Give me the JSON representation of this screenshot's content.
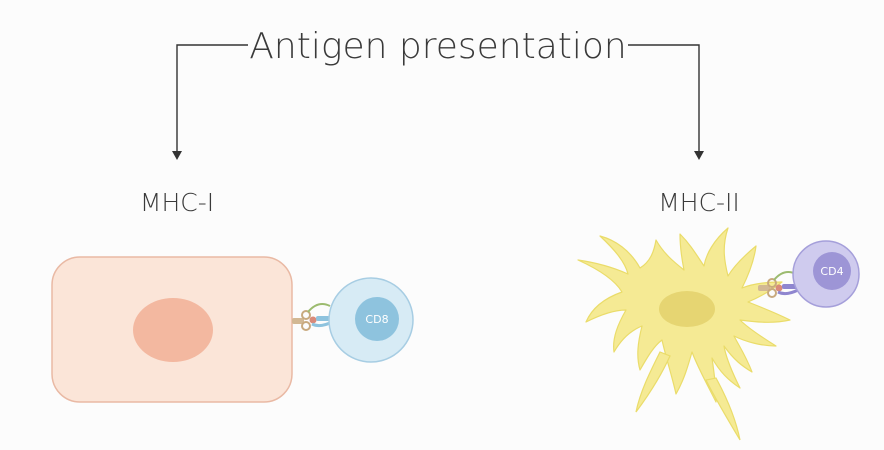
{
  "title": "Antigen presentation",
  "branches": [
    {
      "label": "MHC-I",
      "cell_label": "CD8"
    },
    {
      "label": "MHC-II",
      "cell_label": "CD4"
    }
  ],
  "colors": {
    "text": "#3a3a3a",
    "line": "#333333",
    "body_cell_fill": "#fbe5d8",
    "body_cell_stroke": "#e9b9a4",
    "body_cell_nucleus": "#f3b8a0",
    "cd8_outer": "#d7ebf5",
    "cd8_outer_stroke": "#a7cde3",
    "cd8_inner": "#8ec3de",
    "dendritic_fill": "#f5ea94",
    "dendritic_stroke": "#eadc6a",
    "dendritic_nucleus": "#e6d572",
    "cd4_outer": "#cfcbee",
    "cd4_outer_stroke": "#a59fda",
    "cd4_inner": "#9d95d6",
    "mhc_molecule": "#d2b894",
    "tcr_blue": "#8ec3de",
    "tcr_purple": "#8f86cf",
    "peptide_green": "#9cbb6f",
    "peptide_red": "#d98a7a"
  }
}
